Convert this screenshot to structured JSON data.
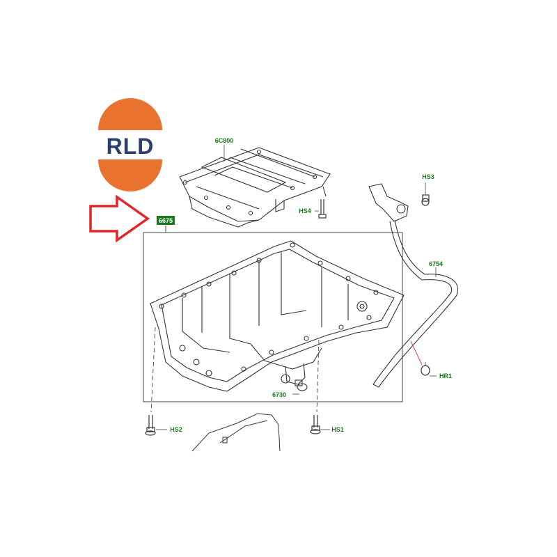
{
  "logo": {
    "text": "RLD",
    "colors": {
      "top": "#e8722e",
      "bottom": "#e8722e",
      "band": "#ffffff",
      "text": "#2b3f6e"
    }
  },
  "callout_arrow": {
    "color": "#e0262b",
    "icon": "outline-arrow-right-icon"
  },
  "label_color": "#1a7a1a",
  "labels": {
    "oil_pan": "6675",
    "baffle": "6C800",
    "bolt_hs4": "HS4",
    "bolt_hs3": "HS3",
    "dipstick_tube": "6754",
    "o_ring_hr1": "HR1",
    "drain_plug": "6730",
    "bolt_hs2": "HS2",
    "bolt_hs1": "HS1"
  }
}
